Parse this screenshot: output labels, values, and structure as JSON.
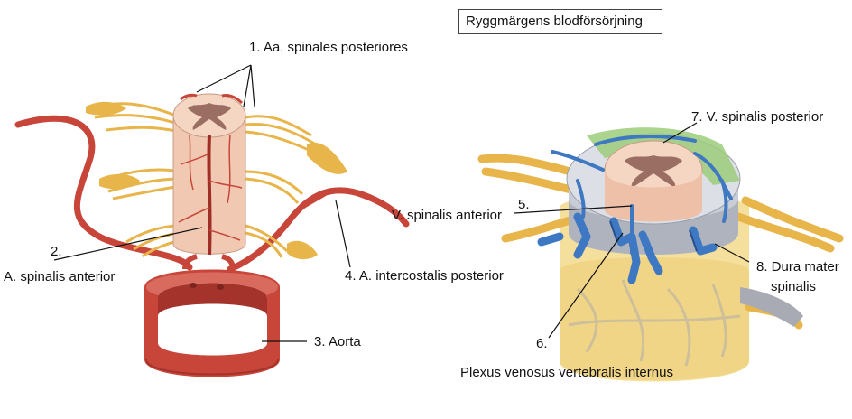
{
  "title": "Ryggmärgens blodförsörjning",
  "labels": {
    "l1": "1. Aa. spinales posteriores",
    "l2_num": "2.",
    "l2_text": "A. spinalis anterior",
    "l3": "3.  Aorta",
    "l4": "4.  A. intercostalis posterior",
    "l5_num": "5.",
    "l5_text": "V. spinalis anterior",
    "l6_num": "6.",
    "l6_text": "Plexus venosus vertebralis internus",
    "l7": "7. V. spinalis posterior",
    "l8_a": "8. Dura mater",
    "l8_b": "spinalis"
  },
  "colors": {
    "artery": "#c8453a",
    "artery_dark": "#9e2e26",
    "nerve": "#e8b54a",
    "cord": "#f1c9b3",
    "grey_matter": "#9a6e63",
    "vein": "#3f78c2",
    "dura": "#c9cdd6",
    "fat": "#f3dc92",
    "leader_line": "#111111"
  }
}
